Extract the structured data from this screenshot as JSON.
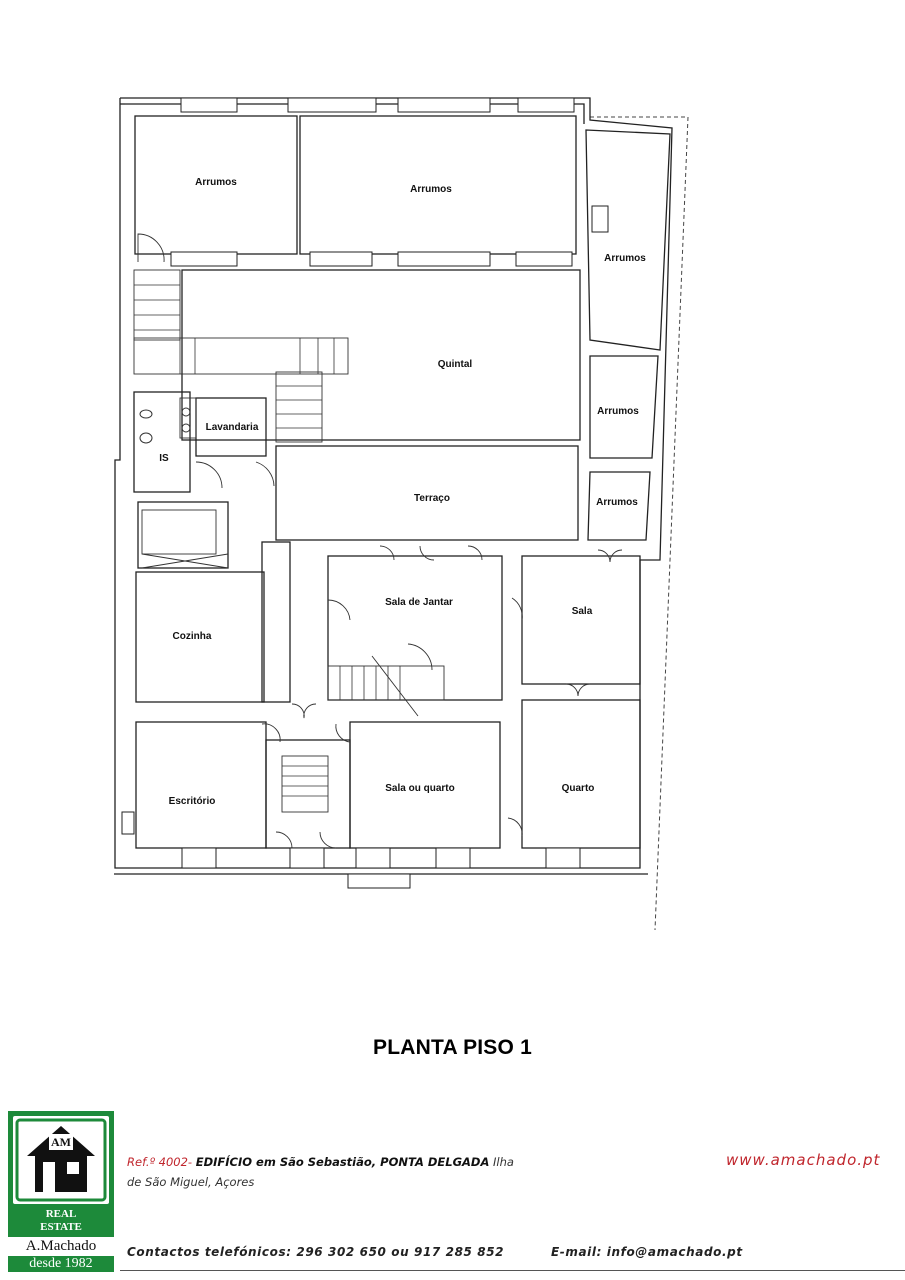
{
  "rooms": {
    "arrumos_1": "Arrumos",
    "arrumos_2": "Arrumos",
    "arrumos_3": "Arrumos",
    "arrumos_4": "Arrumos",
    "arrumos_5": "Arrumos",
    "quintal": "Quintal",
    "lavandaria": "Lavandaria",
    "is": "IS",
    "terraco": "Terraço",
    "sala_jantar": "Sala de Jantar",
    "sala": "Sala",
    "cozinha": "Cozinha",
    "escritorio": "Escritório",
    "sala_quarto": "Sala ou quarto",
    "quarto": "Quarto"
  },
  "plan_title": "PLANTA PISO 1",
  "logo": {
    "line1": "REAL",
    "line2": "ESTATE",
    "name": "A.Machado",
    "since": "desde 1982",
    "brand_color": "#1d8a3a"
  },
  "listing": {
    "ref": "Ref.º 4002-",
    "title": "EDIFÍCIO em São Sebastião, PONTA DELGADA",
    "location_a": "Ilha",
    "location_b": "de São Miguel, Açores"
  },
  "website": "www.amachado.pt",
  "contacts": "Contactos telefónicos: 296 302 650 ou 917 285 852",
  "email": "E-mail: info@amachado.pt",
  "accent_color": "#c0262d"
}
